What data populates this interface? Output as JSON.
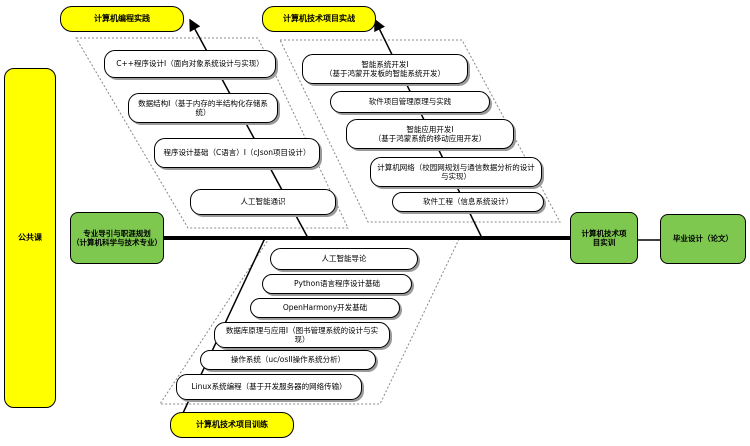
{
  "headers": {
    "top_left": "计算机编程实践",
    "top_right": "计算机技术项目实战",
    "bottom": "计算机技术项目训练"
  },
  "public_course": "公共课",
  "start_box": "专业导引与职涯规划\n（计算机科学与技术专业）",
  "mid_box": "计算机技术项\n目实训",
  "end_box": "毕业设计（论文）",
  "left_group": [
    "C++程序设计I（面向对象系统设计与实现）",
    "数据结构I（基于内存的半结构化存储系统）",
    "程序设计基础（C语言）I（cJson项目设计）",
    "人工智能通识"
  ],
  "right_group": [
    "智能系统开发I\n（基于鸿蒙开发板的智能系统开发）",
    "软件项目管理原理与实践",
    "智能应用开发I\n（基于鸿蒙系统的移动应用开发）",
    "计算机网络（校园网规划与通信数据分析的设计与实现）",
    "软件工程（信息系统设计）"
  ],
  "bottom_group": [
    "人工智能导论",
    "Python语言程序设计基础",
    "OpenHarmony开发基础",
    "数据库原理与应用I（图书管理系统的设计与实现）",
    "操作系统（uc/osII操作系统分析）",
    "Linux系统编程（基于开发服务器的网络传输）"
  ]
}
